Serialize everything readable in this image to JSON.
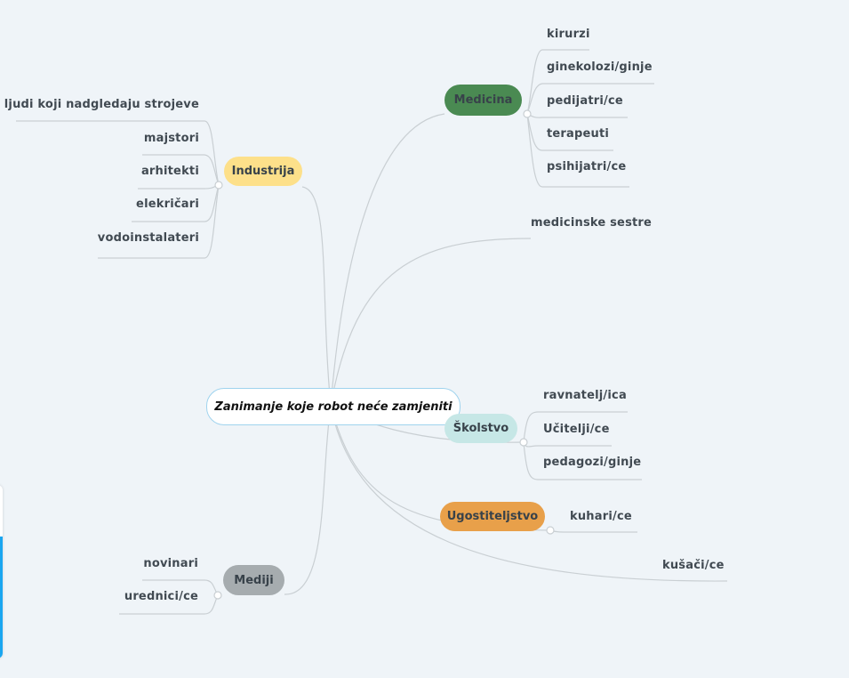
{
  "root": {
    "title": "Zanimanje koje robot neće zamjeniti"
  },
  "branches": {
    "medicina": {
      "label": "Medicina",
      "color": "#4a8a52",
      "children": [
        "kirurzi",
        "ginekolozi/ginje",
        "pedijatri/ce",
        "terapeuti",
        "psihijatri/ce"
      ]
    },
    "industrija": {
      "label": "Industrija",
      "color": "#fde08a",
      "children": [
        "ljudi koji nadgledaju strojeve",
        "majstori",
        "arhitekti",
        "elekričari",
        "vodoinstalateri"
      ]
    },
    "medicinske_sestre": {
      "label": "medicinske sestre"
    },
    "skolstvo": {
      "label": "Školstvo",
      "color": "#c6e7e6",
      "children": [
        "ravnatelj/ica",
        "Učitelji/ce",
        "pedagozi/ginje"
      ]
    },
    "ugostiteljstvo": {
      "label": "Ugostiteljstvo",
      "color": "#e8a04a",
      "children": [
        "kuhari/ce"
      ]
    },
    "kusaci": {
      "label": "kušači/ce"
    },
    "mediji": {
      "label": "Mediji",
      "color": "#a6acaf",
      "children": [
        "novinari",
        "urednici/ce"
      ]
    }
  }
}
